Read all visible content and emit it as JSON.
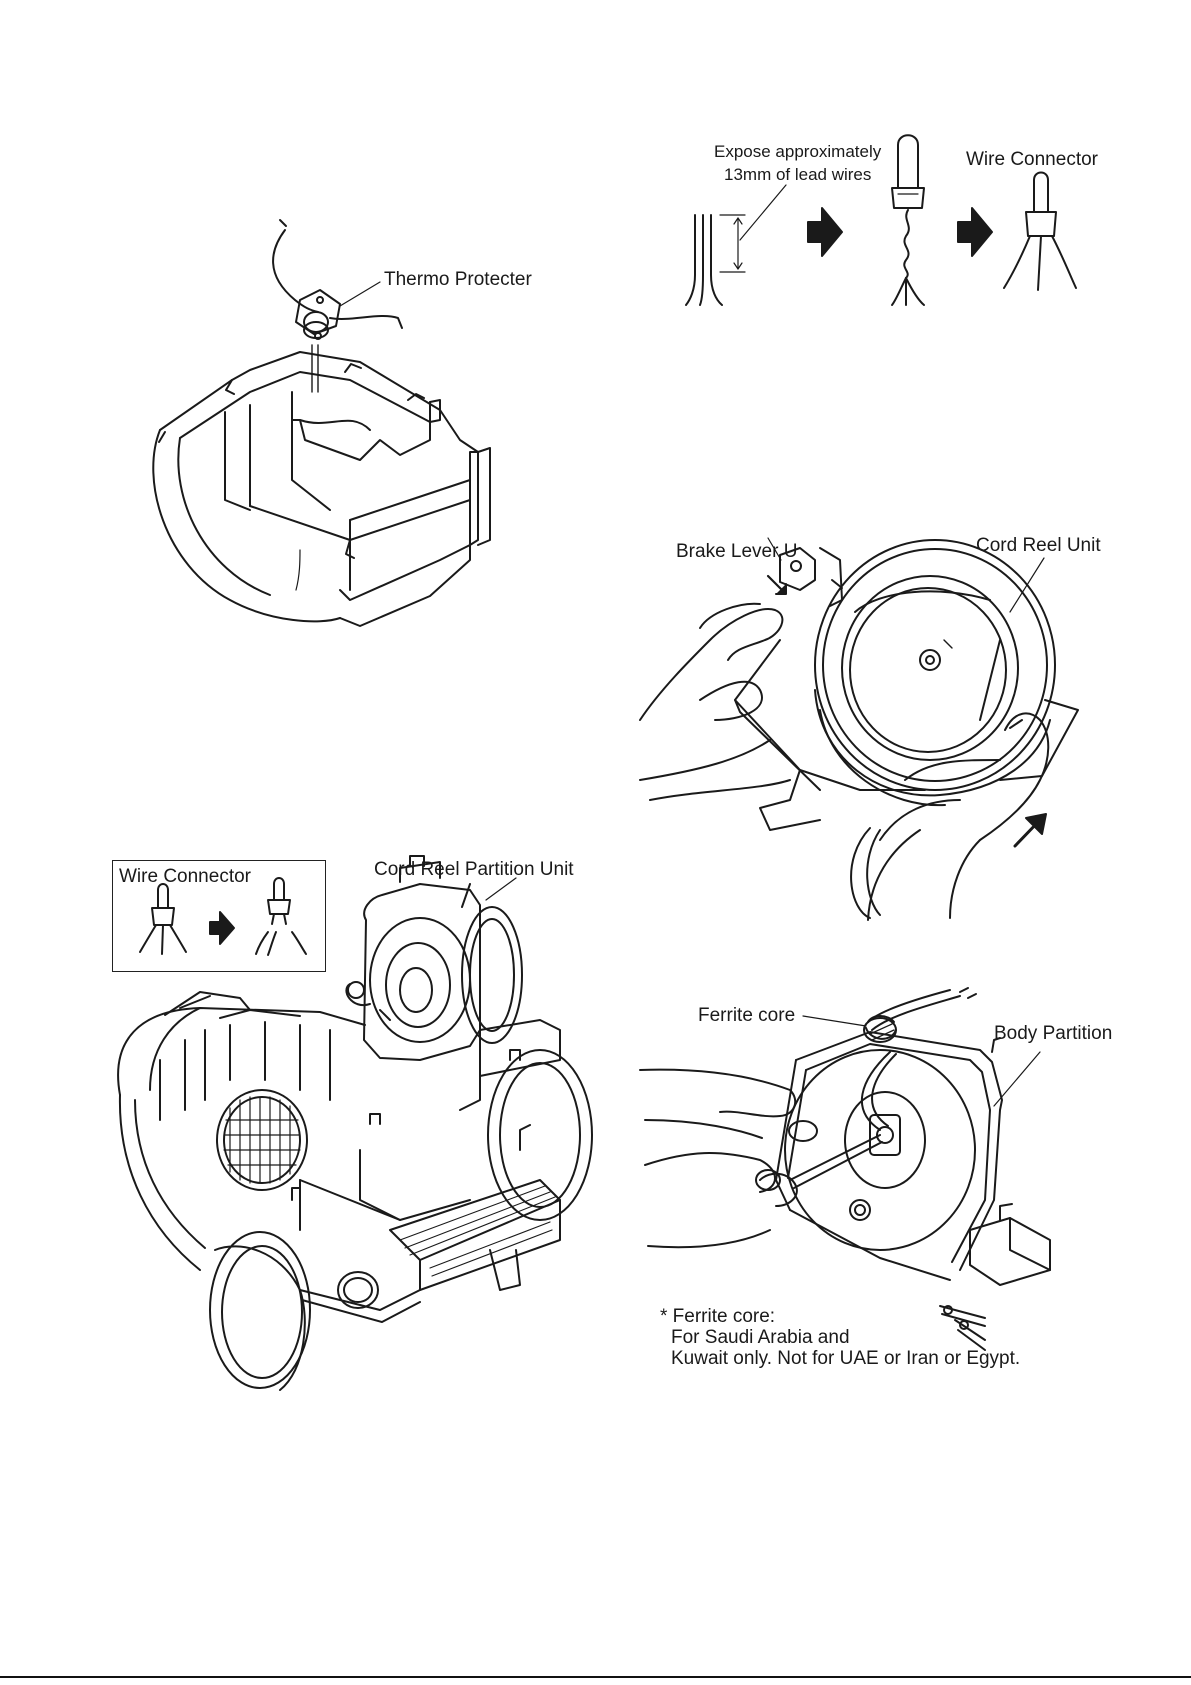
{
  "labels": {
    "thermo_protecter": "Thermo Protecter",
    "expose_line1": "Expose approximately",
    "expose_line2": "13mm of lead wires",
    "wire_connector_top": "Wire Connector",
    "brake_lever": "Brake Lever U",
    "cord_reel_unit": "Cord Reel Unit",
    "wire_connector_inset": "Wire Connector",
    "cord_reel_partition_unit": "Cord Reel Partition Unit",
    "ferrite_core": "Ferrite core",
    "body_partition": "Body Partition"
  },
  "note": {
    "line1": "* Ferrite core:",
    "line2": "For Saudi Arabia and",
    "line3": "Kuwait only. Not for UAE or Iran or Egypt."
  }
}
